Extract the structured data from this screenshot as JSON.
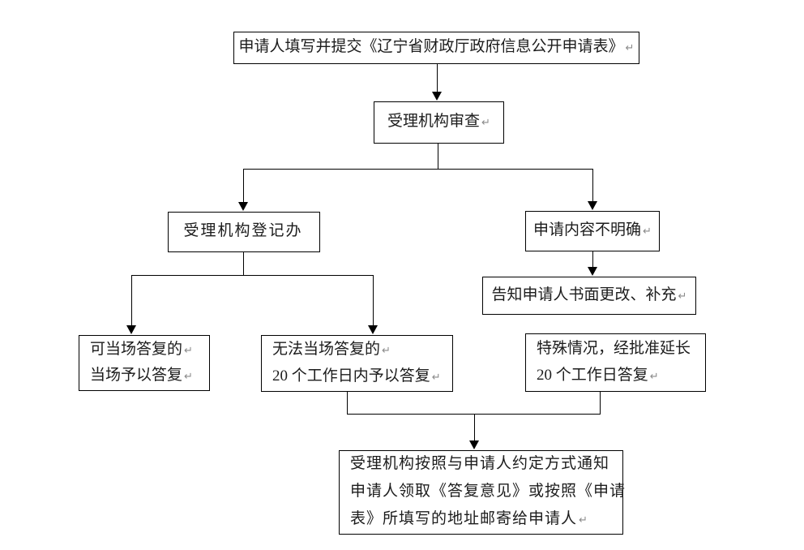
{
  "diagram": {
    "nodes": {
      "submit": {
        "lines": [
          {
            "text": "申请人填写并提交《辽宁省财政厅政府信息公开申请表》",
            "mark": "↵"
          }
        ]
      },
      "review": {
        "lines": [
          {
            "text": "受理机构审查",
            "mark": "↵"
          }
        ]
      },
      "register": {
        "lines": [
          {
            "text": "受理机构登记办",
            "mark": ""
          }
        ]
      },
      "unclear": {
        "lines": [
          {
            "text": "申请内容不明确",
            "mark": "↵"
          }
        ]
      },
      "notify_correction": {
        "lines": [
          {
            "text": "告知申请人书面更改、补充",
            "mark": "↵"
          }
        ]
      },
      "onspot": {
        "lines": [
          {
            "text": "可当场答复的",
            "mark": "↵"
          },
          {
            "text": "当场予以答复",
            "mark": "↵"
          }
        ]
      },
      "within_20_days": {
        "lines": [
          {
            "text": "无法当场答复的",
            "mark": "↵"
          },
          {
            "text": "20 个工作日内予以答复",
            "mark": "↵"
          }
        ]
      },
      "extension": {
        "lines": [
          {
            "text": "特殊情况，经批准延长",
            "mark": ""
          },
          {
            "text": "20 个工作日答复",
            "mark": "↵"
          }
        ]
      },
      "final_notice": {
        "lines": [
          {
            "text": "受理机构按照与申请人约定方式通知",
            "mark": ""
          },
          {
            "text": "申请人领取《答复意见》或按照《申请",
            "mark": ""
          },
          {
            "text": "表》所填写的地址邮寄给申请人",
            "mark": "↵"
          }
        ]
      }
    },
    "colors": {
      "line": "#000000",
      "text": "#1c1c1c",
      "return_mark": "#8a8a8a",
      "background": "#ffffff"
    }
  }
}
